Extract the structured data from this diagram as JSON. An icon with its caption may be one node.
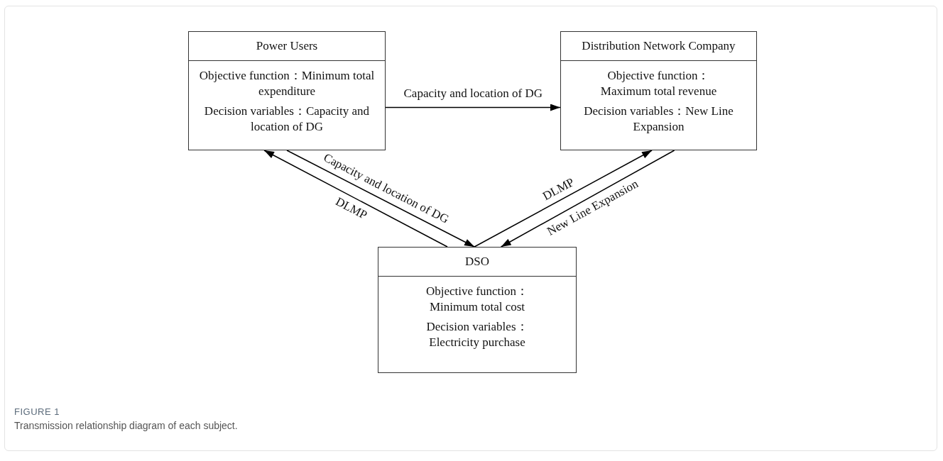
{
  "diagram": {
    "caption": "Transmission relationship diagram of each subject.",
    "nodes": [
      {
        "text": [
          "Power Users",
          "Objective function：Minimum total expenditure",
          "Decision variables：Capacity and location of DG"
        ]
      },
      {
        "text": [
          "Distribution Network Company",
          "Objective function：Maximum total revenue",
          "Decision variables：New Line Expansion"
        ]
      },
      {
        "text": [
          "DSO",
          "Objective function：Minimum total cost",
          "Decision variables：Electricity purchase"
        ]
      }
    ],
    "edges": [
      {
        "from": 0,
        "to": 1,
        "arrow": "to",
        "label": "Capacity and location of DG"
      },
      {
        "from": 2,
        "to": 0,
        "arrow": "to",
        "label": "DLMP"
      },
      {
        "from": 0,
        "to": 2,
        "arrow": "to",
        "label": "Capacity and location of DG"
      },
      {
        "from": 2,
        "to": 1,
        "arrow": "to",
        "label": "DLMP"
      },
      {
        "from": 1,
        "to": 2,
        "arrow": "to",
        "label": "New Line Expansion"
      }
    ],
    "labels": [
      "FIGURE 1"
    ]
  }
}
